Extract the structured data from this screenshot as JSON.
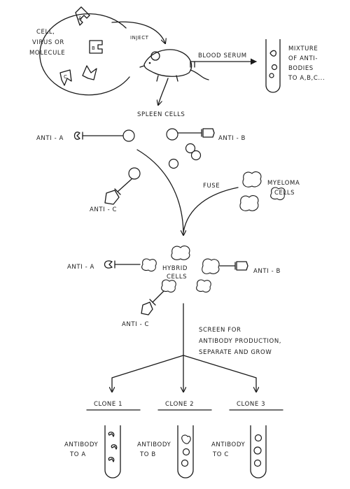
{
  "labels": {
    "antigen_source_line1": "CELL,",
    "antigen_source_line2": "VIRUS OR",
    "antigen_source_line3": "MOLECULE",
    "antigen_a": "A",
    "antigen_b": "B",
    "antigen_c": "C",
    "inject": "INJECT",
    "blood_serum": "BLOOD SERUM",
    "mixture_line1": "MIXTURE",
    "mixture_line2": "OF ANTI-",
    "mixture_line3": "BODIES",
    "mixture_line4": "TO A,B,C...",
    "spleen_cells": "SPLEEN CELLS",
    "anti_a": "ANTI - A",
    "anti_b": "ANTI - B",
    "anti_c": "ANTI - C",
    "fuse": "FUSE",
    "myeloma_line1": "MYELOMA",
    "myeloma_line2": "CELLS",
    "hybrid_line1": "HYBRID",
    "hybrid_line2": "CELLS",
    "screen_line1": "SCREEN FOR",
    "screen_line2": "ANTIBODY PRODUCTION,",
    "screen_line3": "SEPARATE AND GROW",
    "clone1": "CLONE 1",
    "clone2": "CLONE 2",
    "clone3": "CLONE 3",
    "antibody_to_a_line1": "ANTIBODY",
    "antibody_to_a_line2": "TO A",
    "antibody_to_b_line1": "ANTIBODY",
    "antibody_to_b_line2": "TO B",
    "antibody_to_c_line1": "ANTIBODY",
    "antibody_to_c_line2": "TO C"
  }
}
